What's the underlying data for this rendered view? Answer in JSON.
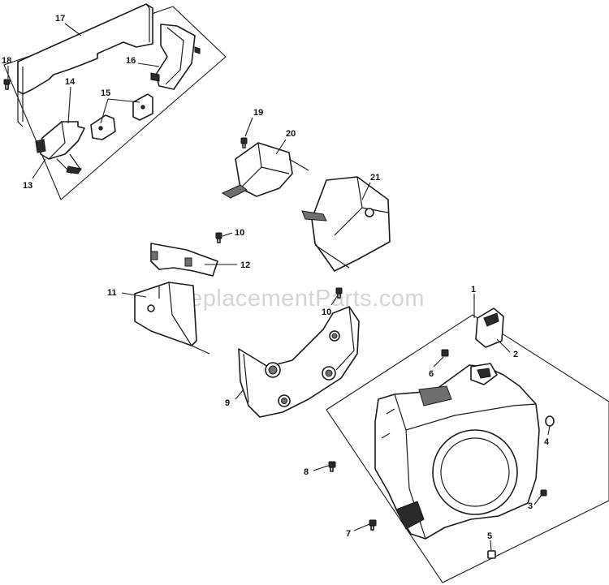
{
  "watermark": "eReplacementParts.com",
  "callouts": {
    "c1": "1",
    "c2": "2",
    "c3": "3",
    "c4": "4",
    "c5": "5",
    "c6": "6",
    "c7": "7",
    "c8": "8",
    "c9": "9",
    "c10a": "10",
    "c10b": "10",
    "c11": "11",
    "c12": "12",
    "c13": "13",
    "c14": "14",
    "c15": "15",
    "c16": "16",
    "c17": "17",
    "c18": "18",
    "c19": "19",
    "c20": "20",
    "c21": "21"
  }
}
